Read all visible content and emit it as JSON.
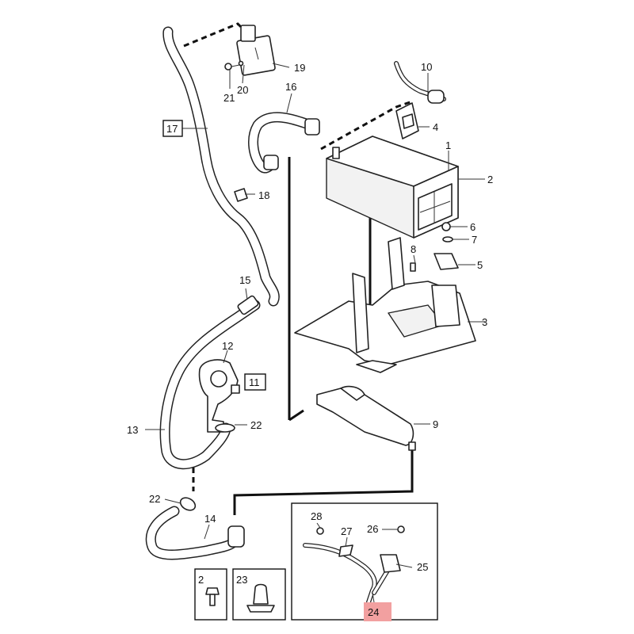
{
  "callouts": {
    "c1": "1",
    "c2": "2",
    "c3": "3",
    "c4": "4",
    "c5": "5",
    "c6": "6",
    "c7": "7",
    "c8": "8",
    "c9": "9",
    "c10": "10",
    "c11": "11",
    "c12": "12",
    "c13": "13",
    "c14": "14",
    "c15": "15",
    "c16": "16",
    "c17": "17",
    "c18": "18",
    "c19": "19",
    "c20": "20",
    "c21": "21",
    "c22a": "22",
    "c22b": "22",
    "c24": "24",
    "c25": "25",
    "c26": "26",
    "c27": "27",
    "c28": "28"
  },
  "insets": {
    "bolt_box": "2",
    "clip_box": "23"
  },
  "highlight_color": "#f2a0a0"
}
